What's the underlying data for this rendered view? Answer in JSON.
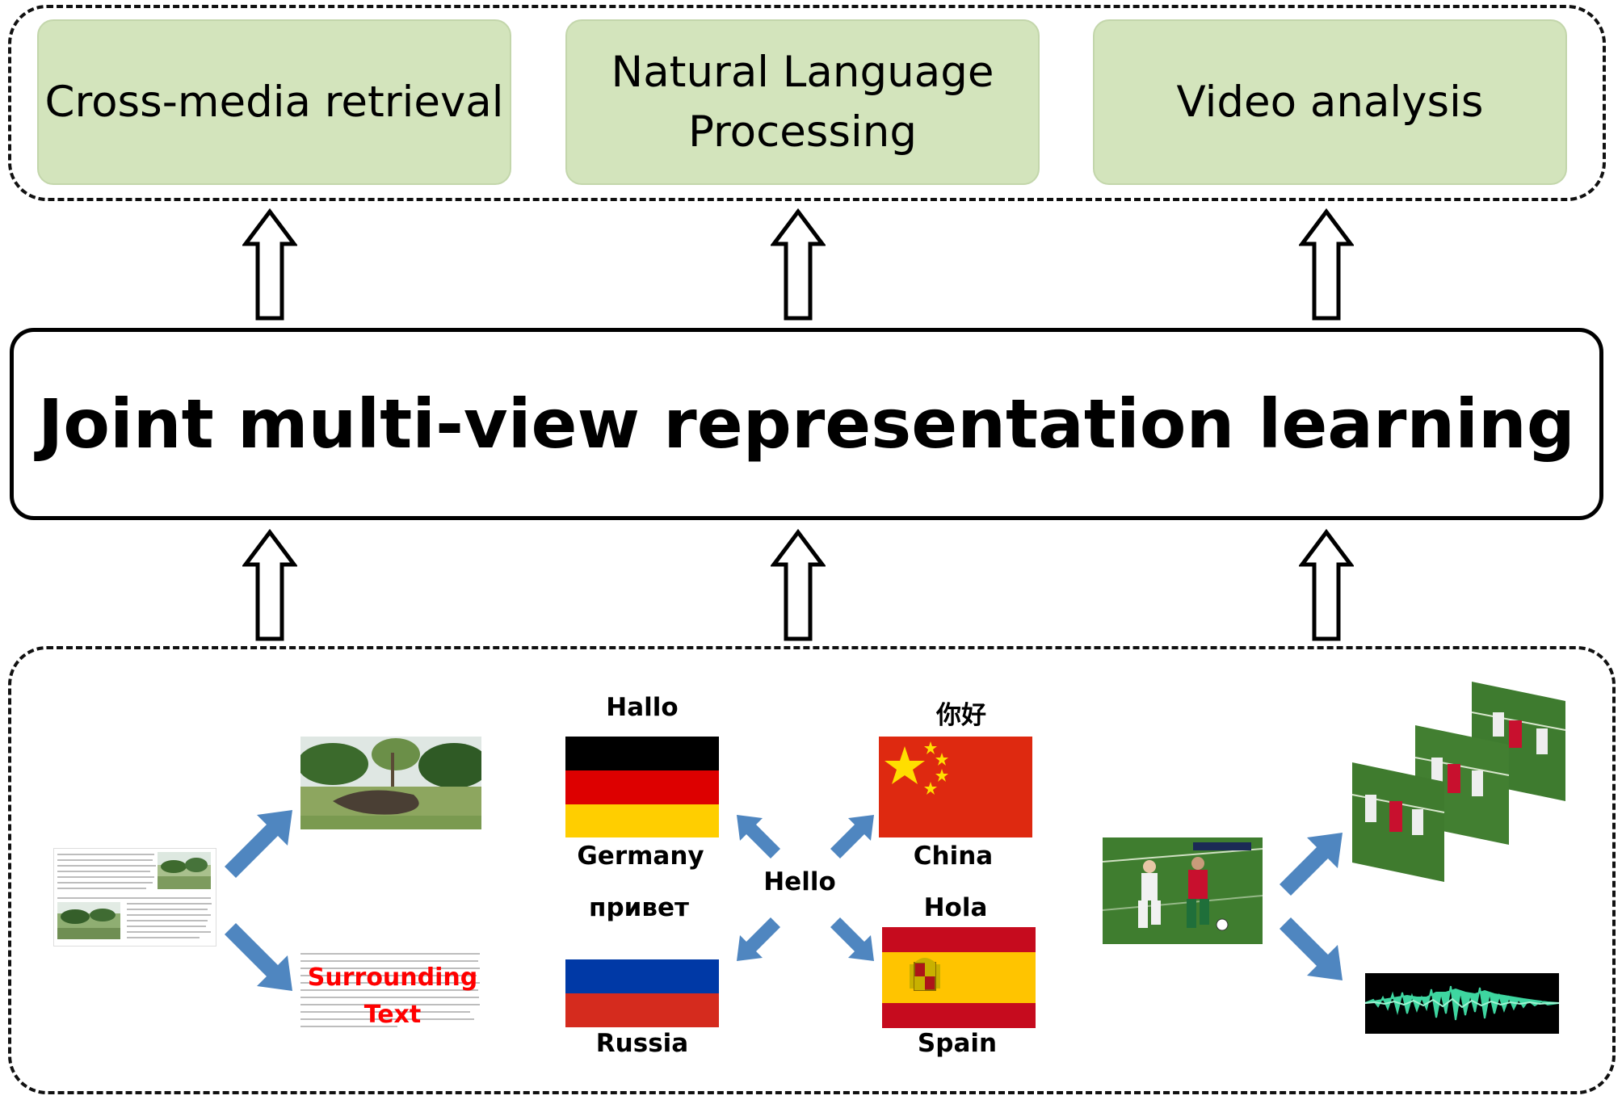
{
  "applications": [
    {
      "lines": [
        "Cross-media retrieval"
      ]
    },
    {
      "lines": [
        "Natural Language",
        "Processing"
      ]
    },
    {
      "lines": [
        "Video analysis"
      ]
    }
  ],
  "core_title": "Joint multi-view representation learning",
  "text_image": {
    "overlay_lines": [
      "Surrounding",
      "Text"
    ]
  },
  "languages": {
    "center": "Hello",
    "german": {
      "greeting": "Hallo",
      "country": "Germany"
    },
    "russian": {
      "greeting": "привет",
      "country": "Russia"
    },
    "chinese": {
      "greeting": "你好",
      "country": "China"
    },
    "spanish": {
      "greeting": "Hola",
      "country": "Spain"
    }
  },
  "colors": {
    "app_box_fill": "#d3e4bc",
    "arrow_blue": "#4f86c0",
    "overlay_red": "#ff0000"
  }
}
